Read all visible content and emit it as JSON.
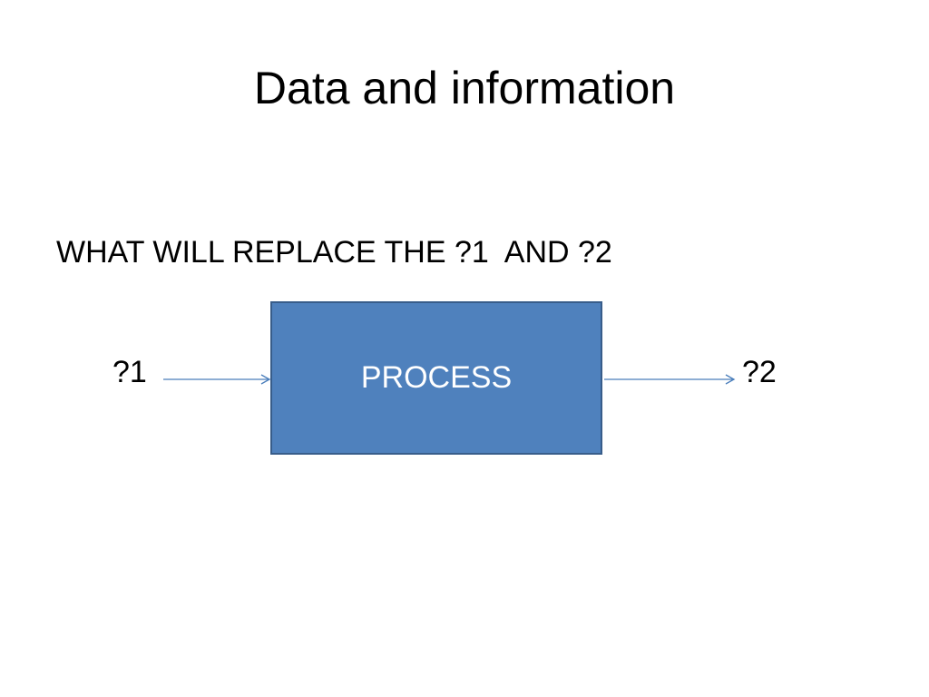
{
  "slide": {
    "title": "Data and information",
    "question": "WHAT WILL REPLACE THE ?1  AND ?2"
  },
  "diagram": {
    "input_label": "?1",
    "process_label": "PROCESS",
    "output_label": "?2",
    "colors": {
      "process_fill": "#4f81bd",
      "process_border": "#385d8a",
      "arrow": "#4a7ebb"
    }
  }
}
